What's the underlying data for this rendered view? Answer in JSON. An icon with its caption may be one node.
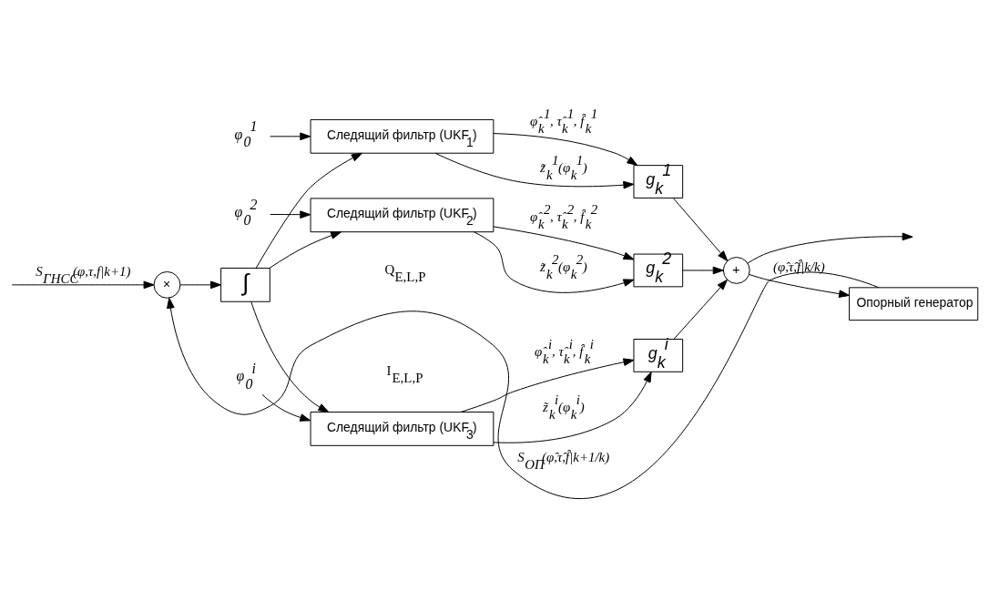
{
  "diagram": {
    "nodes": [
      {
        "text": [
          "×"
        ]
      },
      {
        "text": [
          "∫"
        ]
      },
      {
        "text": [
          "Следящий фильтр (UKF$_{1}$)"
        ]
      },
      {
        "text": [
          "Следящий фильтр (UKF$_{2}$)"
        ]
      },
      {
        "text": [
          "Следящий фильтр (UKF$_{3}$)"
        ]
      },
      {
        "text": [
          "g$_{k}$$^{1}$"
        ]
      },
      {
        "text": [
          "g$_{k}$$^{2}$"
        ]
      },
      {
        "text": [
          "g$_{k}$$^{i}$"
        ]
      },
      {
        "text": [
          "+"
        ]
      },
      {
        "text": [
          "Опорный генератор"
        ]
      },
      {
        "text": [
          "φ$_{0}$$^{1}$"
        ]
      },
      {
        "text": [
          "φ$_{0}$$^{2}$"
        ]
      },
      {
        "text": [
          "φ$_{0}$$^{i}$"
        ]
      }
    ],
    "edges": [
      {
        "from": null,
        "to": 0,
        "arrow": "to",
        "label": "S$_{ГНСС}$(φ,τ,f|k+1)"
      },
      {
        "from": 0,
        "to": 1,
        "arrow": "to"
      },
      {
        "from": 1,
        "to": 2,
        "arrow": "to"
      },
      {
        "from": 1,
        "to": 3,
        "arrow": "to"
      },
      {
        "from": 1,
        "to": 4,
        "arrow": "to"
      },
      {
        "from": 10,
        "to": 2,
        "arrow": "to"
      },
      {
        "from": 11,
        "to": 3,
        "arrow": "to"
      },
      {
        "from": 12,
        "to": 4,
        "arrow": "to"
      },
      {
        "from": 2,
        "to": 5,
        "arrow": "to",
        "label": "φ̂$_{k}$$^{1}$, τ̂$_{k}$$^{1}$, f̂$_{k}$$^{1}$"
      },
      {
        "from": 2,
        "to": 5,
        "arrow": "to",
        "label": "z̃$_{k}$$^{1}$(φ$_{k}$$^{1}$)"
      },
      {
        "from": 3,
        "to": 6,
        "arrow": "to",
        "label": "φ̂$_{k}$$^{2}$, τ̂$_{k}$$^{2}$, f̂$_{k}$$^{2}$"
      },
      {
        "from": 3,
        "to": 6,
        "arrow": "to",
        "label": "z̃$_{k}$$^{2}$(φ$_{k}$$^{2}$)"
      },
      {
        "from": 4,
        "to": 7,
        "arrow": "to",
        "label": "φ̂$_{k}$$^{i}$, τ̂$_{k}$$^{i}$, f̂$_{k}$$^{i}$"
      },
      {
        "from": 4,
        "to": 7,
        "arrow": "to",
        "label": "z̃$_{k}$$^{i}$(φ$_{k}$$^{i}$)"
      },
      {
        "from": 5,
        "to": 8,
        "arrow": "to"
      },
      {
        "from": 6,
        "to": 8,
        "arrow": "to"
      },
      {
        "from": 7,
        "to": 8,
        "arrow": "to"
      },
      {
        "from": 8,
        "to": null,
        "arrow": "to"
      },
      {
        "from": 8,
        "to": 9,
        "arrow": "to",
        "label": "(φ̂,τ̂,f̂|k/k)"
      },
      {
        "from": 9,
        "to": 0,
        "arrow": "to",
        "label": "S$_{ОП}$(φ̂,τ̂,f̂|k+1/k)"
      }
    ],
    "labels": [
      "I$_{E,L,P}$",
      "Q$_{E,L,P}$"
    ]
  }
}
